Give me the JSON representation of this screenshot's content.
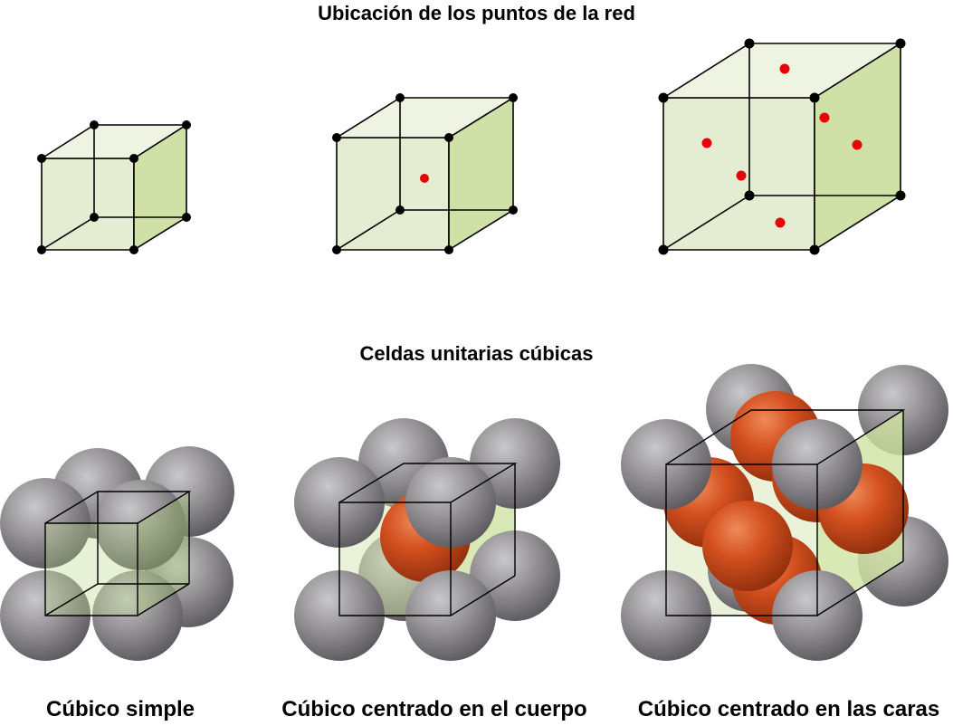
{
  "titles": {
    "lattice_points": "Ubicación de los puntos de la red",
    "unit_cells": "Celdas unitarias cúbicas"
  },
  "captions": {
    "simple": "Cúbico simple",
    "body_centered": "Cúbico centrado en el cuerpo",
    "face_centered": "Cúbico centrado en las caras"
  },
  "colors": {
    "face_light": "#e4edd2",
    "face_side": "#cfe1a6",
    "corner_point": "#000000",
    "center_point": "#e8000b",
    "atom_gray": "#8e8c8e",
    "atom_orange": "#c8441a"
  }
}
